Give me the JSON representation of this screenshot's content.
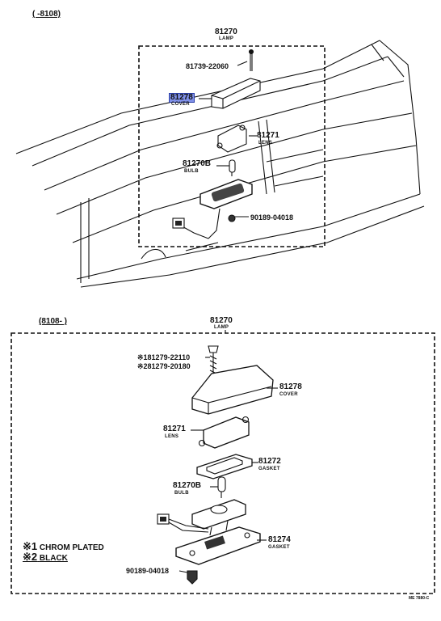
{
  "top_section": {
    "range": "(     -8108)",
    "lamp": {
      "number": "81270",
      "name": "LAMP"
    },
    "screw": {
      "number": "81739-22060"
    },
    "cover": {
      "number": "81278",
      "name": "COVER"
    },
    "lens": {
      "number": "81271",
      "name": "LENS"
    },
    "bulb": {
      "number": "81270B",
      "name": "BULB"
    },
    "clip": {
      "number": "90189-04018"
    }
  },
  "bottom_section": {
    "range": "(8108-      )",
    "lamp": {
      "number": "81270",
      "name": "LAMP"
    },
    "screw_1": {
      "number": "※181279-22110"
    },
    "screw_2": {
      "number": "※281279-20180"
    },
    "cover": {
      "number": "81278",
      "name": "COVER"
    },
    "lens": {
      "number": "81271",
      "name": "LENS"
    },
    "gasket_1": {
      "number": "81272",
      "name": "GASKET"
    },
    "bulb": {
      "number": "81270B",
      "name": "BULB"
    },
    "gasket_2": {
      "number": "81274",
      "name": "GASKET"
    },
    "clip": {
      "number": "90189-04018"
    }
  },
  "legend": {
    "item1_mark": "※1",
    "item1_text": "CHROM PLATED",
    "item2_mark": "※2",
    "item2_text": "BLACK"
  },
  "diagram_code": "ME 7880-C",
  "highlight_color": "#7f90e8"
}
